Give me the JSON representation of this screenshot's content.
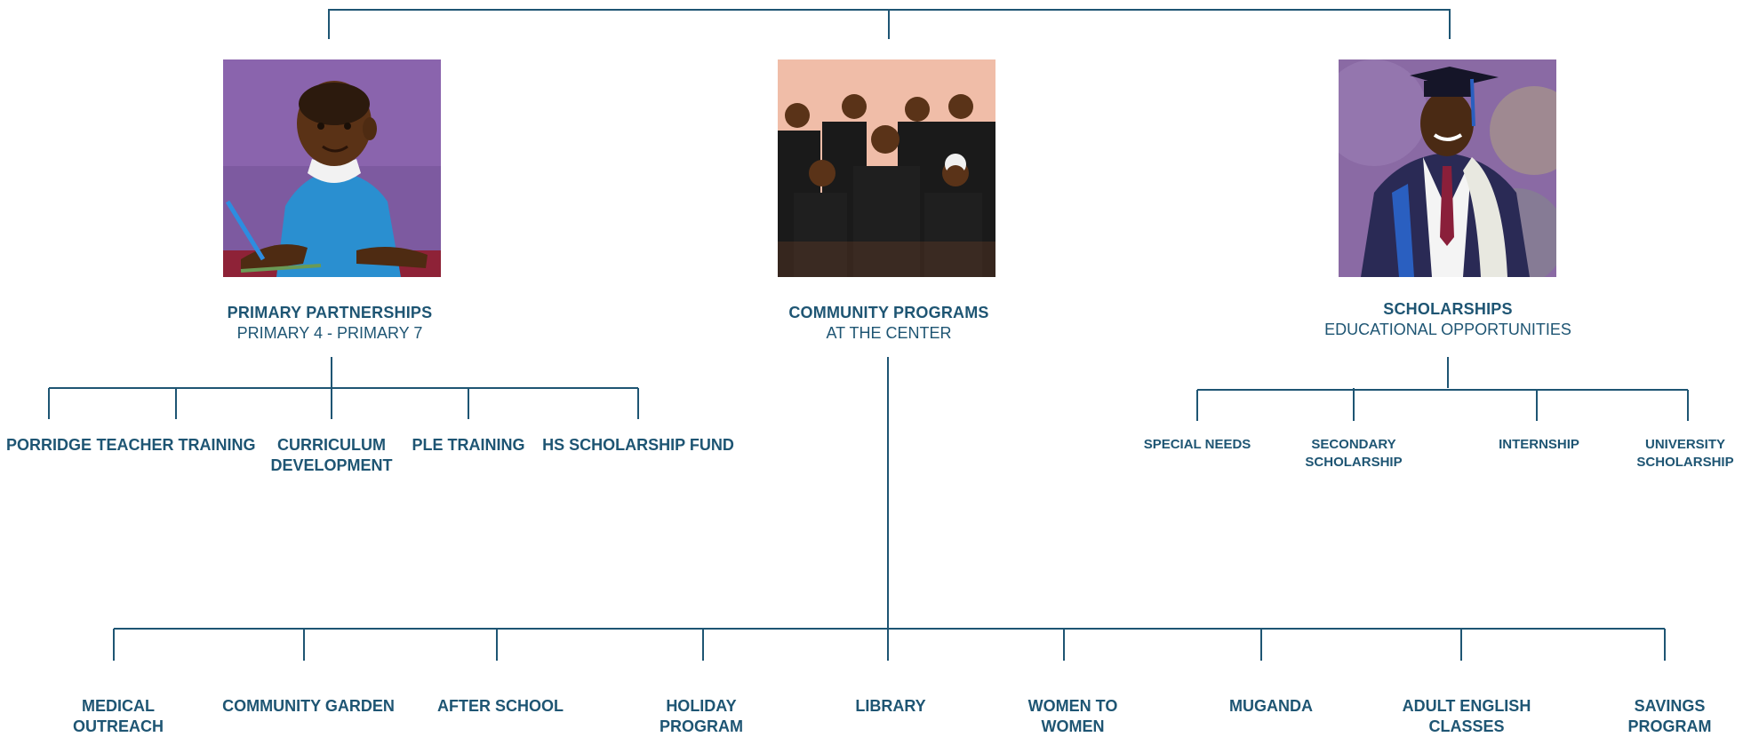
{
  "colors": {
    "line": "#1e5573",
    "text": "#1e5573"
  },
  "branches": {
    "primary": {
      "title": "PRIMARY PARTNERSHIPS",
      "subtitle": "PRIMARY 4 - PRIMARY 7",
      "photo_icon": "student-writing-photo",
      "children": [
        "PORRIDGE",
        "TEACHER TRAINING",
        "CURRICULUM\nDEVELOPMENT",
        "PLE TRAINING",
        "HS SCHOLARSHIP FUND"
      ]
    },
    "community": {
      "title": "COMMUNITY PROGRAMS",
      "subtitle": "AT THE CENTER",
      "photo_icon": "group-photo",
      "children": [
        "MEDICAL\nOUTREACH",
        "COMMUNITY GARDEN",
        "AFTER SCHOOL",
        "HOLIDAY\nPROGRAM",
        "LIBRARY",
        "WOMEN TO\nWOMEN",
        "MUGANDA",
        "ADULT ENGLISH\nCLASSES",
        "SAVINGS\nPROGRAM"
      ]
    },
    "scholarships": {
      "title": "SCHOLARSHIPS",
      "subtitle": "EDUCATIONAL OPPORTUNITIES",
      "photo_icon": "graduate-photo",
      "children": [
        "SPECIAL NEEDS",
        "SECONDARY\nSCHOLARSHIP",
        "INTERNSHIP",
        "UNIVERSITY\nSCHOLARSHIP"
      ]
    }
  }
}
